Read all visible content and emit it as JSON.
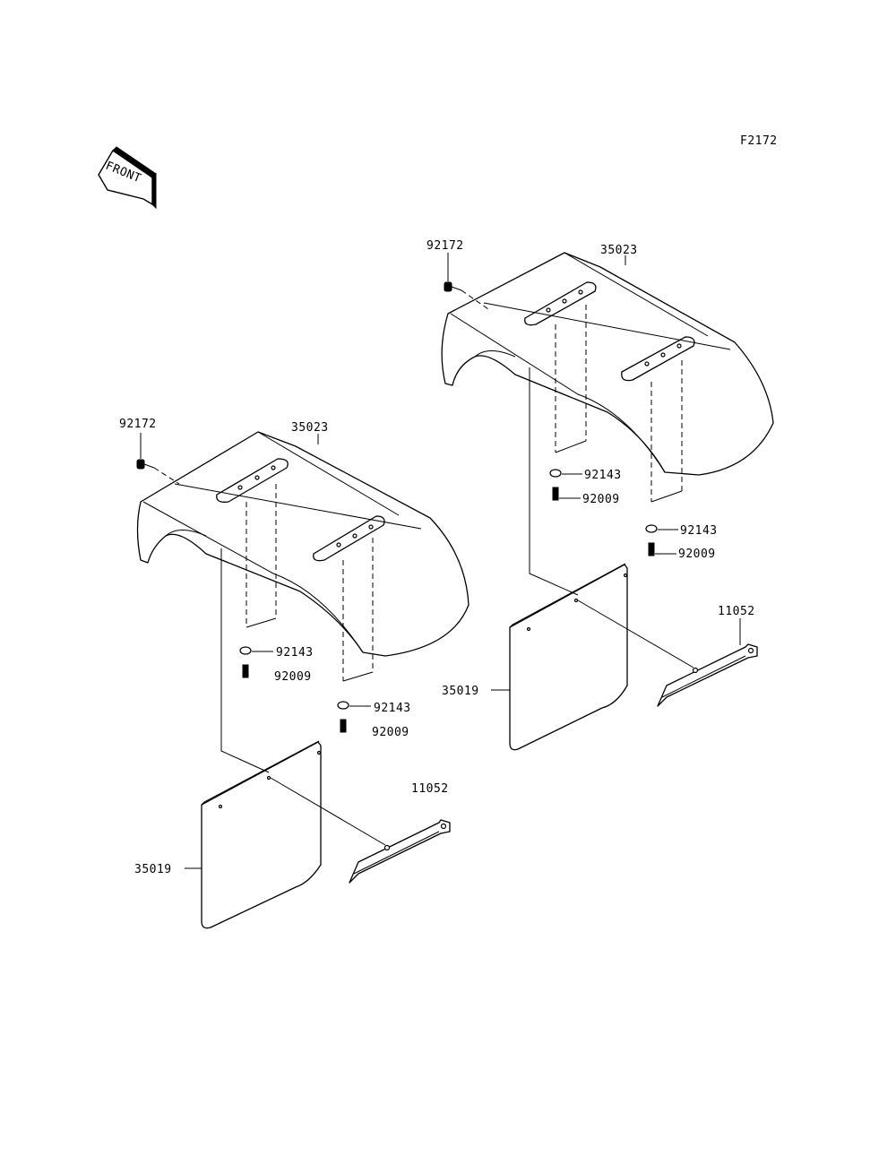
{
  "figure_id": "F2172",
  "front_indicator": "FRONT",
  "labels": {
    "left_fender": "35023",
    "left_clip": "92172",
    "left_washer_a": "92143",
    "left_screw_a": "92009",
    "left_washer_b": "92143",
    "left_screw_b": "92009",
    "left_mudflap": "35019",
    "left_bracket": "11052",
    "right_fender": "35023",
    "right_clip": "92172",
    "right_washer_a": "92143",
    "right_screw_a": "92009",
    "right_washer_b": "92143",
    "right_screw_b": "92009",
    "right_mudflap": "35019",
    "right_bracket": "11052"
  }
}
